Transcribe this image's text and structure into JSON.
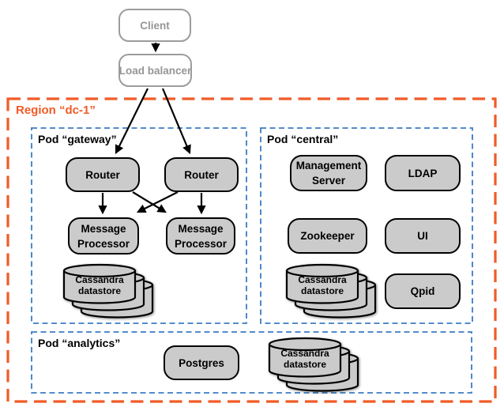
{
  "colors": {
    "region_border": "#F15B27",
    "region_label": "#F15B27",
    "pod_border": "#3B7CC4",
    "node_fill": "#CBCBCB",
    "node_border": "#000000",
    "external_border": "#9C9C9C",
    "external_text": "#969696",
    "arrow": "#000000"
  },
  "external": {
    "client": {
      "label": "Client"
    },
    "load_balancer": {
      "label": "Load balancer"
    }
  },
  "region": {
    "label": "Region “dc-1”",
    "pods": {
      "gateway": {
        "label": "Pod “gateway”",
        "nodes": {
          "router_1": "Router",
          "router_2": "Router",
          "message_processor_1": "Message Processor",
          "message_processor_2": "Message Processor",
          "cassandra": "Cassandra datastore"
        }
      },
      "central": {
        "label": "Pod “central”",
        "nodes": {
          "management_server": "Management Server",
          "ldap": "LDAP",
          "zookeeper": "Zookeeper",
          "ui": "UI",
          "cassandra": "Cassandra datastore",
          "qpid": "Qpid"
        }
      },
      "analytics": {
        "label": "Pod “analytics”",
        "nodes": {
          "postgres": "Postgres",
          "cassandra": "Cassandra datastore"
        }
      }
    }
  },
  "connections": [
    {
      "from": "Client",
      "to": "Load balancer"
    },
    {
      "from": "Load balancer",
      "to": "Router 1"
    },
    {
      "from": "Load balancer",
      "to": "Router 2"
    },
    {
      "from": "Router 1",
      "to": "Message Processor 1"
    },
    {
      "from": "Router 1",
      "to": "Message Processor 2"
    },
    {
      "from": "Router 2",
      "to": "Message Processor 1"
    },
    {
      "from": "Router 2",
      "to": "Message Processor 2"
    }
  ]
}
